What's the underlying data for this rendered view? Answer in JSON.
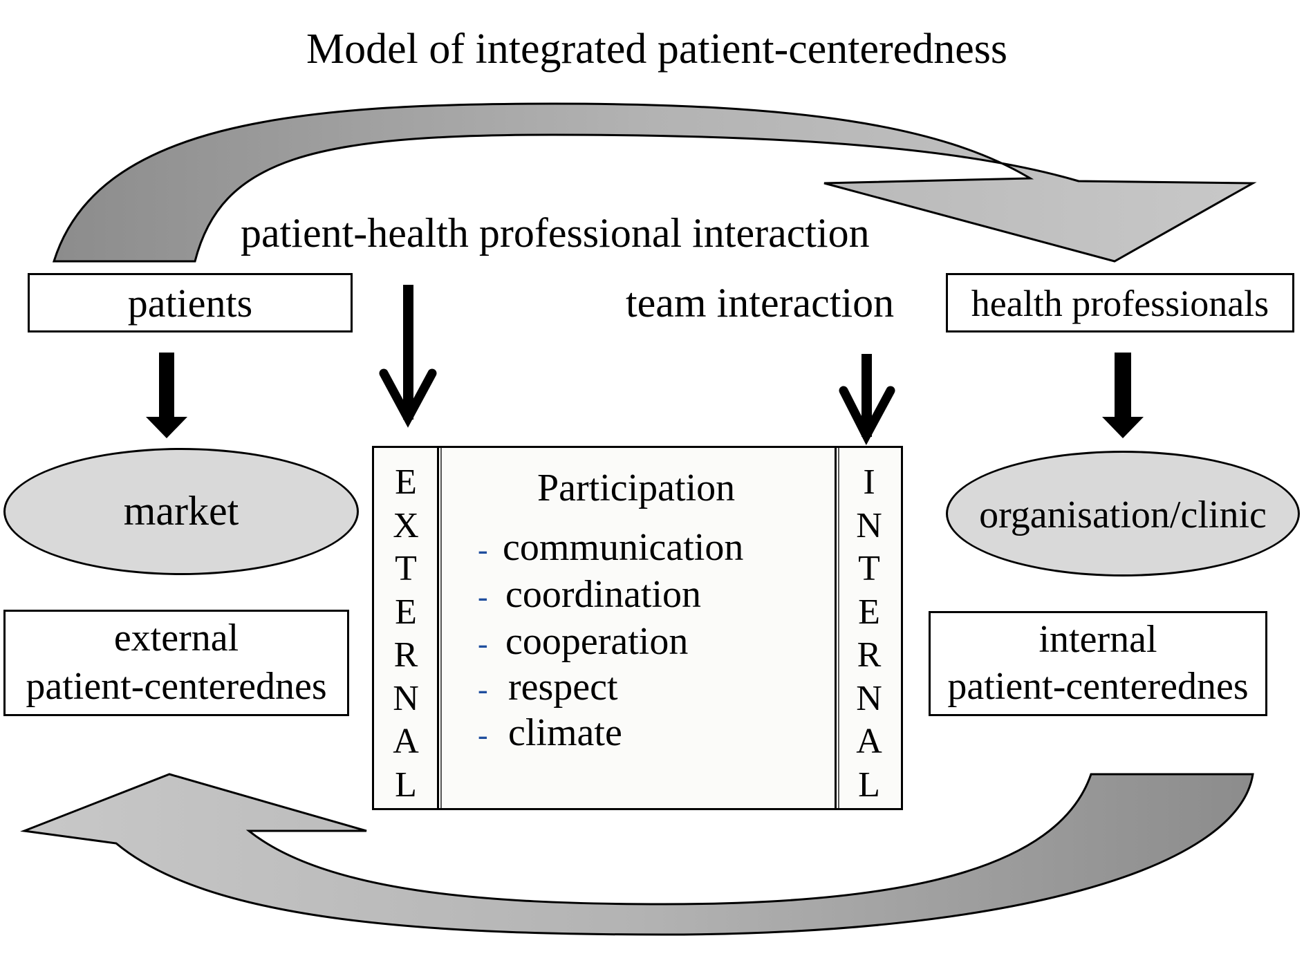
{
  "title": "Model of integrated patient-centeredness",
  "interactions": {
    "patient_hp": "patient-health professional interaction",
    "team": "team interaction"
  },
  "nodes": {
    "patients": "patients",
    "health_professionals": "health professionals",
    "market": "market",
    "organisation": "organisation/clinic",
    "external_pc": {
      "line1": "external",
      "line2": "patient-centerednes"
    },
    "internal_pc": {
      "line1": "internal",
      "line2": "patient-centerednes"
    }
  },
  "center": {
    "external_label": [
      "E",
      "X",
      "T",
      "E",
      "R",
      "N",
      "A",
      "L"
    ],
    "internal_label": [
      "I",
      "N",
      "T",
      "E",
      "R",
      "N",
      "A",
      "L"
    ],
    "heading": "Participation",
    "bullet": "-",
    "items": [
      "communication",
      "coordination",
      "cooperation",
      "respect",
      "climate"
    ]
  },
  "colors": {
    "curved_arrow_fill": "#a6a6a6",
    "ellipse_fill": "#d9d9d9",
    "bullet": "#1f4e9e",
    "stroke": "#000000"
  }
}
